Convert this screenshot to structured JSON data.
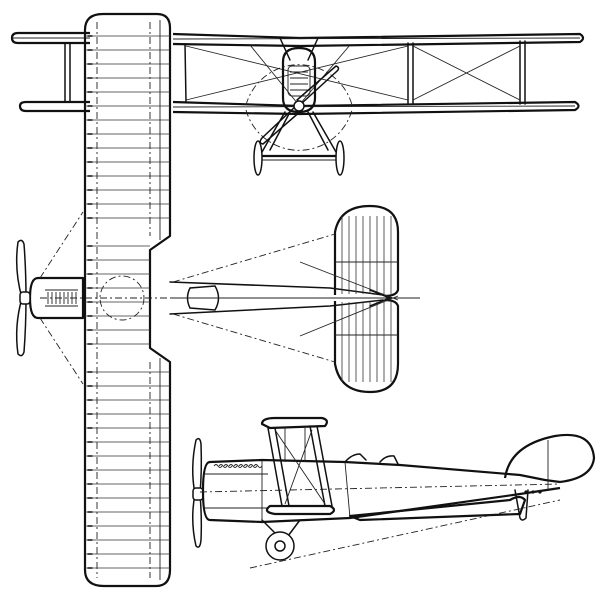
{
  "figure": {
    "type": "three-view line drawing",
    "subject": "biplane",
    "views": [
      {
        "id": "front",
        "label": ""
      },
      {
        "id": "plan",
        "label": ""
      },
      {
        "id": "side",
        "label": ""
      }
    ],
    "line_color": "#111111",
    "background": "#ffffff"
  }
}
